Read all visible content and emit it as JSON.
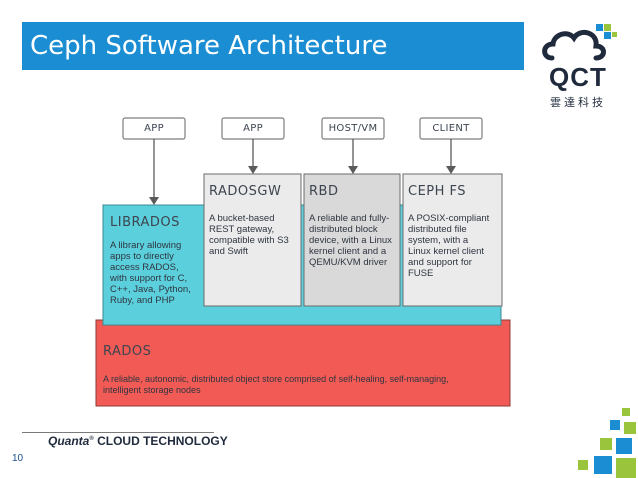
{
  "slide": {
    "title": "Ceph Software Architecture",
    "page_number": "10"
  },
  "logo": {
    "name": "QCT",
    "chinese": "雲達科技"
  },
  "footer": {
    "brand_quanta": "Quanta",
    "brand_sup": "®",
    "brand_rest": " CLOUD TECHNOLOGY"
  },
  "diagram": {
    "top_boxes": [
      "APP",
      "APP",
      "HOST/VM",
      "CLIENT"
    ],
    "librados": {
      "title": "LIBRADOS",
      "desc": [
        "A library allowing",
        "apps to directly",
        "access RADOS,",
        "with support for C,",
        "C++, Java, Python,",
        "Ruby, and PHP"
      ]
    },
    "radosgw": {
      "title": "RADOSGW",
      "desc": [
        "A bucket-based",
        "REST gateway,",
        "compatible with S3",
        "and Swift"
      ]
    },
    "rbd": {
      "title": "RBD",
      "desc": [
        "A reliable and fully-",
        "distributed block",
        "device, with a Linux",
        "kernel client and a",
        "QEMU/KVM driver"
      ]
    },
    "cephfs": {
      "title": "CEPH FS",
      "desc": [
        "A POSIX-compliant",
        "distributed file",
        "system, with a",
        "Linux kernel client",
        "and support for",
        "FUSE"
      ]
    },
    "rados": {
      "title": "RADOS",
      "desc": [
        "A reliable, autonomic, distributed object store comprised of self-healing, self-managing,",
        "intelligent storage nodes"
      ]
    }
  },
  "colors": {
    "title_bar": "#1b8ed3",
    "librados": "#5bd0dc",
    "rados": "#f25a55",
    "service_box": "#ebebeb",
    "rbd_box": "#d9d9d9"
  }
}
